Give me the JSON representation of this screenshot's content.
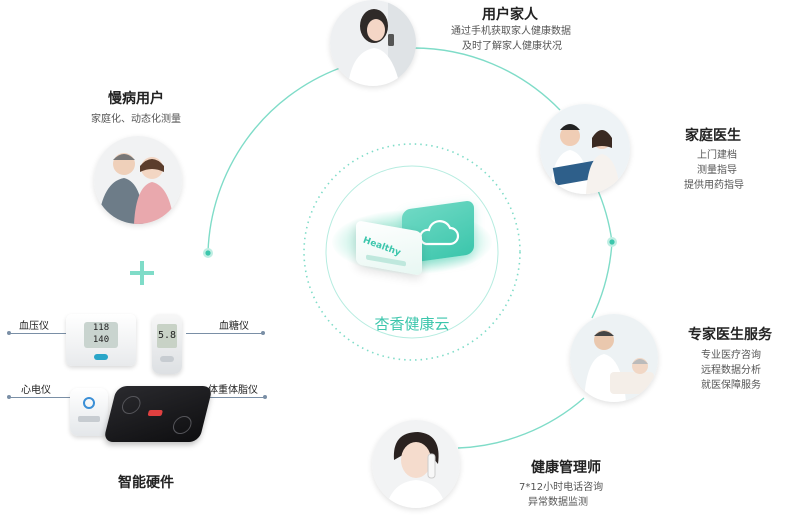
{
  "center": {
    "label": "杏香健康云",
    "card_label": "Healthy"
  },
  "nodes": {
    "family": {
      "title": "用户家人",
      "desc": [
        "通过手机获取家人健康数据",
        "及时了解家人健康状况"
      ]
    },
    "doctor": {
      "title": "家庭医生",
      "desc": [
        "上门建档",
        "测量指导",
        "提供用药指导"
      ]
    },
    "expert": {
      "title": "专家医生服务",
      "desc": [
        "专业医疗咨询",
        "远程数据分析",
        "就医保障服务"
      ]
    },
    "manager": {
      "title": "健康管理师",
      "desc": [
        "7*12小时电话咨询",
        "异常数据监测"
      ]
    },
    "patient": {
      "title": "慢病用户",
      "desc": [
        "家庭化、动态化测量"
      ]
    }
  },
  "hardware": {
    "title": "智能硬件",
    "bp": "血压仪",
    "glucose": "血糖仪",
    "ecg": "心电仪",
    "scale": "体重体脂仪",
    "bp_reading": [
      "118",
      "140"
    ],
    "glucose_reading": "5.8"
  },
  "colors": {
    "accent": "#3cc6ac",
    "ring": "#7fdcc8",
    "line": "#7a8fa6"
  }
}
